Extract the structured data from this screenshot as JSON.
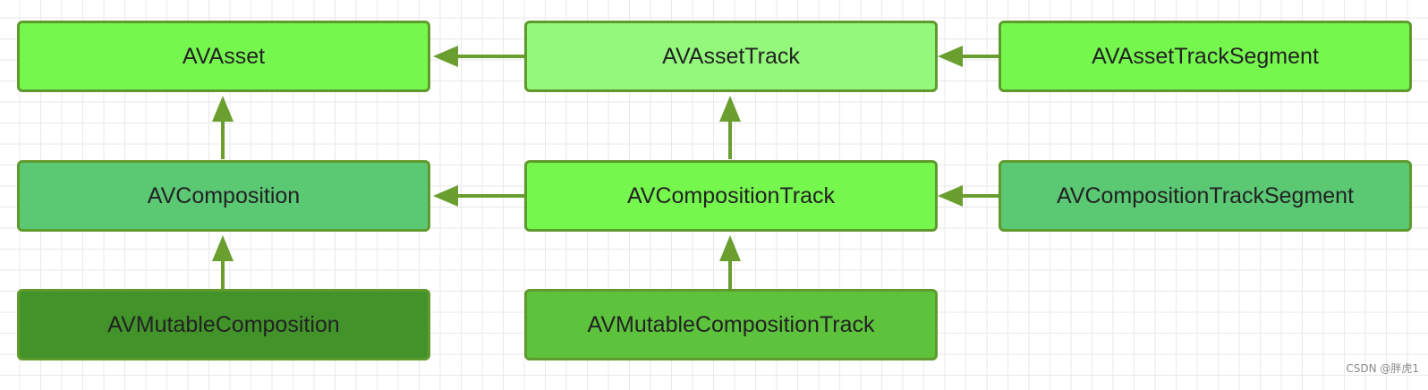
{
  "diagram": {
    "nodes": {
      "avasset": "AVAsset",
      "avassettrack": "AVAssetTrack",
      "avassettracksegment": "AVAssetTrackSegment",
      "avcomposition": "AVComposition",
      "avcompositiontrack": "AVCompositionTrack",
      "avcompositiontracksegment": "AVCompositionTrackSegment",
      "avmutablecomposition": "AVMutableComposition",
      "avmutablecompositiontrack": "AVMutableCompositionTrack"
    },
    "node_colors": {
      "avasset": "#76f74e",
      "avassettrack": "#93f87b",
      "avassettracksegment": "#76f74e",
      "avcomposition": "#5bc874",
      "avcompositiontrack": "#76f74e",
      "avcompositiontracksegment": "#5bc874",
      "avmutablecomposition": "#42942a",
      "avmutablecompositiontrack": "#5dc33c"
    },
    "edges": [
      {
        "from": "avassettrack",
        "to": "avasset"
      },
      {
        "from": "avassettracksegment",
        "to": "avassettrack"
      },
      {
        "from": "avcomposition",
        "to": "avasset"
      },
      {
        "from": "avcompositiontrack",
        "to": "avassettrack"
      },
      {
        "from": "avcompositiontrack",
        "to": "avcomposition"
      },
      {
        "from": "avcompositiontracksegment",
        "to": "avcompositiontrack"
      },
      {
        "from": "avmutablecomposition",
        "to": "avcomposition"
      },
      {
        "from": "avmutablecompositiontrack",
        "to": "avcompositiontrack"
      }
    ],
    "edge_color": "#6a9e2f",
    "border_color": "#5f9a2c"
  },
  "watermark": "CSDN @胖虎1"
}
